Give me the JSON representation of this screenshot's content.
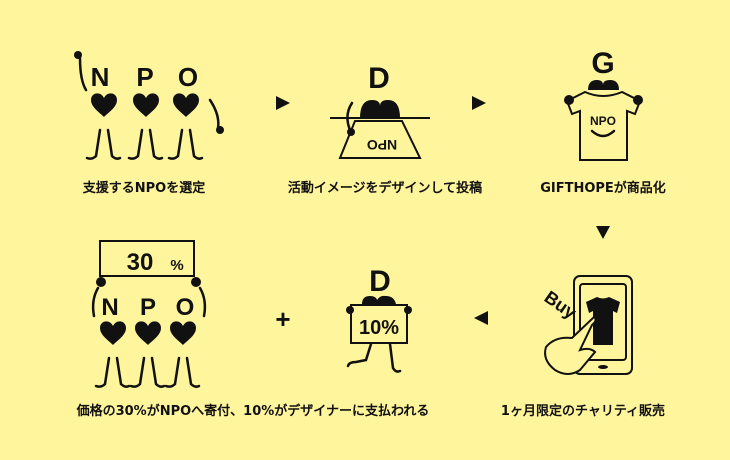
{
  "colors": {
    "background": "#fff59c",
    "ink": "#111111"
  },
  "steps": [
    {
      "caption": "支援するNPOを選定",
      "letters": [
        "N",
        "P",
        "O"
      ]
    },
    {
      "caption": "活動イメージをデザインして投稿",
      "letter": "D",
      "paper_text": "NPO"
    },
    {
      "caption": "GIFTHOPEが商品化",
      "letter": "G",
      "shirt_text": "NPO"
    },
    {
      "caption": "1ヶ月限定のチャリティ販売",
      "bubble": "Buy"
    },
    {
      "letter": "D",
      "sign": "10%"
    },
    {
      "caption": "価格の30%がNPOへ寄付、10%がデザイナーに支払われる",
      "sign_num": "30",
      "sign_pct": "%",
      "letters": [
        "N",
        "P",
        "O"
      ]
    }
  ],
  "plus": "+"
}
